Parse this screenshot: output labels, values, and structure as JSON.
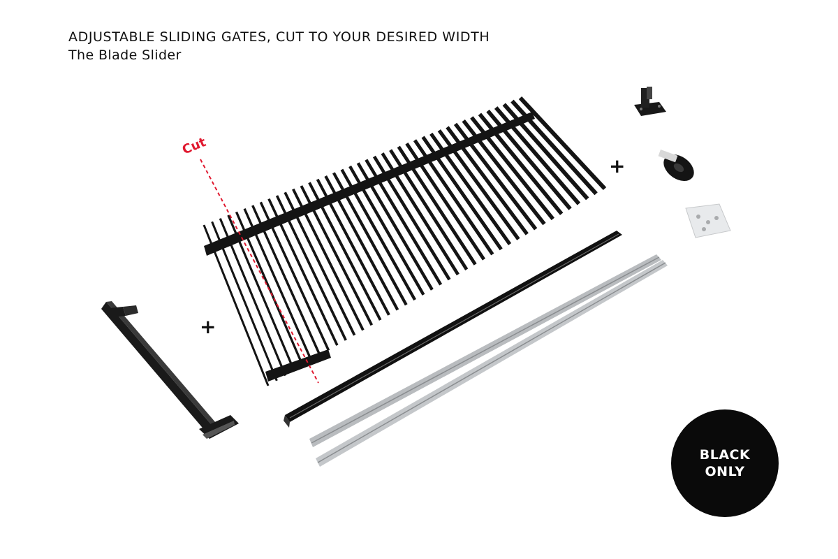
{
  "header": {
    "title": "ADJUSTABLE SLIDING GATES, CUT TO YOUR DESIRED WIDTH",
    "subtitle": "The Blade Slider"
  },
  "annotation": {
    "cut_label": "Cut"
  },
  "symbols": {
    "plus": "+"
  },
  "badge": {
    "line1": "BLACK",
    "line2": "ONLY"
  },
  "colors": {
    "background": "#ffffff",
    "gate": "#141414",
    "rail": "#b9bcbf",
    "cut_line": "#e0192f",
    "badge": "#0a0a0a"
  },
  "items": {
    "gate_panel": {
      "blade_count": 40
    },
    "post": {},
    "bottom_track": {},
    "guide_rails": {
      "count": 2
    },
    "roller_bracket": {},
    "wheel": {},
    "hardware_bag": {}
  }
}
